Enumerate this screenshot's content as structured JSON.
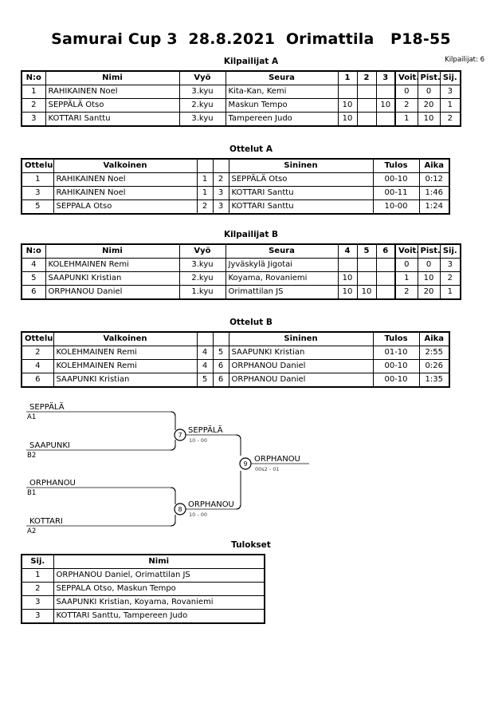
{
  "header": {
    "title": "Samurai Cup 3  28.8.2021  Orimattila   P18-55",
    "entrants_label": "Kilpailijat: 6"
  },
  "captions": {
    "pool_a": "Kilpailijat A",
    "matches_a": "Ottelut A",
    "pool_b": "Kilpailijat B",
    "matches_b": "Ottelut B",
    "results": "Tulokset"
  },
  "pool_headers": {
    "no": "N:o",
    "name": "Nimi",
    "belt": "Vyö",
    "club": "Seura",
    "wins": "Voit.",
    "points": "Pist.",
    "rank": "Sij."
  },
  "match_headers": {
    "match": "Ottelu",
    "white": "Valkoinen",
    "blue": "Sininen",
    "result": "Tulos",
    "time": "Aika"
  },
  "results_headers": {
    "rank": "Sij.",
    "name": "Nimi"
  },
  "pool_a": {
    "grid_cols": [
      "1",
      "2",
      "3"
    ],
    "rows": [
      {
        "no": "1",
        "name": "RAHIKAINEN Noel",
        "belt": "3.kyu",
        "club": "Kita-Kan, Kemi",
        "g1": "",
        "g2": "",
        "g3": "",
        "wins": "0",
        "points": "0",
        "rank": "3"
      },
      {
        "no": "2",
        "name": "SEPPÄLÄ Otso",
        "belt": "2.kyu",
        "club": "Maskun Tempo",
        "g1": "10",
        "g2": "",
        "g3": "10",
        "wins": "2",
        "points": "20",
        "rank": "1"
      },
      {
        "no": "3",
        "name": "KOTTARI Santtu",
        "belt": "3.kyu",
        "club": "Tampereen Judo",
        "g1": "10",
        "g2": "",
        "g3": "",
        "wins": "1",
        "points": "10",
        "rank": "2"
      }
    ]
  },
  "matches_a": {
    "rows": [
      {
        "match": "1",
        "white": "RAHIKAINEN Noel",
        "wno": "1",
        "bno": "2",
        "blue": "SEPPÄLÄ Otso",
        "result": "00-10",
        "time": "0:12"
      },
      {
        "match": "3",
        "white": "RAHIKAINEN Noel",
        "wno": "1",
        "bno": "3",
        "blue": "KOTTARI Santtu",
        "result": "00-11",
        "time": "1:46"
      },
      {
        "match": "5",
        "white": "SEPPALA Otso",
        "wno": "2",
        "bno": "3",
        "blue": "KOTTARI Santtu",
        "result": "10-00",
        "time": "1:24"
      }
    ]
  },
  "pool_b": {
    "grid_cols": [
      "4",
      "5",
      "6"
    ],
    "rows": [
      {
        "no": "4",
        "name": "KOLEHMAINEN Remi",
        "belt": "3.kyu",
        "club": "Jyväskylä Jigotai",
        "g1": "",
        "g2": "",
        "g3": "",
        "wins": "0",
        "points": "0",
        "rank": "3"
      },
      {
        "no": "5",
        "name": "SAAPUNKI Kristian",
        "belt": "2.kyu",
        "club": "Koyama, Rovaniemi",
        "g1": "10",
        "g2": "",
        "g3": "",
        "wins": "1",
        "points": "10",
        "rank": "2"
      },
      {
        "no": "6",
        "name": "ORPHANOU Daniel",
        "belt": "1.kyu",
        "club": "Orimattilan JS",
        "g1": "10",
        "g2": "10",
        "g3": "",
        "wins": "2",
        "points": "20",
        "rank": "1"
      }
    ]
  },
  "matches_b": {
    "rows": [
      {
        "match": "2",
        "white": "KOLEHMAINEN Remi",
        "wno": "4",
        "bno": "5",
        "blue": "SAAPUNKI Kristian",
        "result": "01-10",
        "time": "2:55"
      },
      {
        "match": "4",
        "white": "KOLEHMAINEN Remi",
        "wno": "4",
        "bno": "6",
        "blue": "ORPHANOU Daniel",
        "result": "00-10",
        "time": "0:26"
      },
      {
        "match": "6",
        "white": "SAAPUNKI Kristian",
        "wno": "5",
        "bno": "6",
        "blue": "ORPHANOU Daniel",
        "result": "00-10",
        "time": "1:35"
      }
    ]
  },
  "bracket": {
    "entries": [
      {
        "name": "SEPPÄLÄ",
        "seed": "A1"
      },
      {
        "name": "SAAPUNKI",
        "seed": "B2"
      },
      {
        "name": "ORPHANOU",
        "seed": "B1"
      },
      {
        "name": "KOTTARI",
        "seed": "A2"
      }
    ],
    "nodes": [
      {
        "num": "7",
        "winner": "SEPPÄLÄ",
        "score": "10 - 00"
      },
      {
        "num": "8",
        "winner": "ORPHANOU",
        "score": "10 - 00"
      },
      {
        "num": "9",
        "winner": "ORPHANOU",
        "score": "00s2 - 01"
      }
    ]
  },
  "results": {
    "rows": [
      {
        "rank": "1",
        "name": "ORPHANOU Daniel, Orimattilan JS"
      },
      {
        "rank": "2",
        "name": "SEPPALA Otso, Maskun Tempo"
      },
      {
        "rank": "3",
        "name": "SAAPUNKI Kristian, Koyama, Rovaniemi"
      },
      {
        "rank": "3",
        "name": "KOTTARI Santtu, Tampereen Judo"
      }
    ]
  }
}
